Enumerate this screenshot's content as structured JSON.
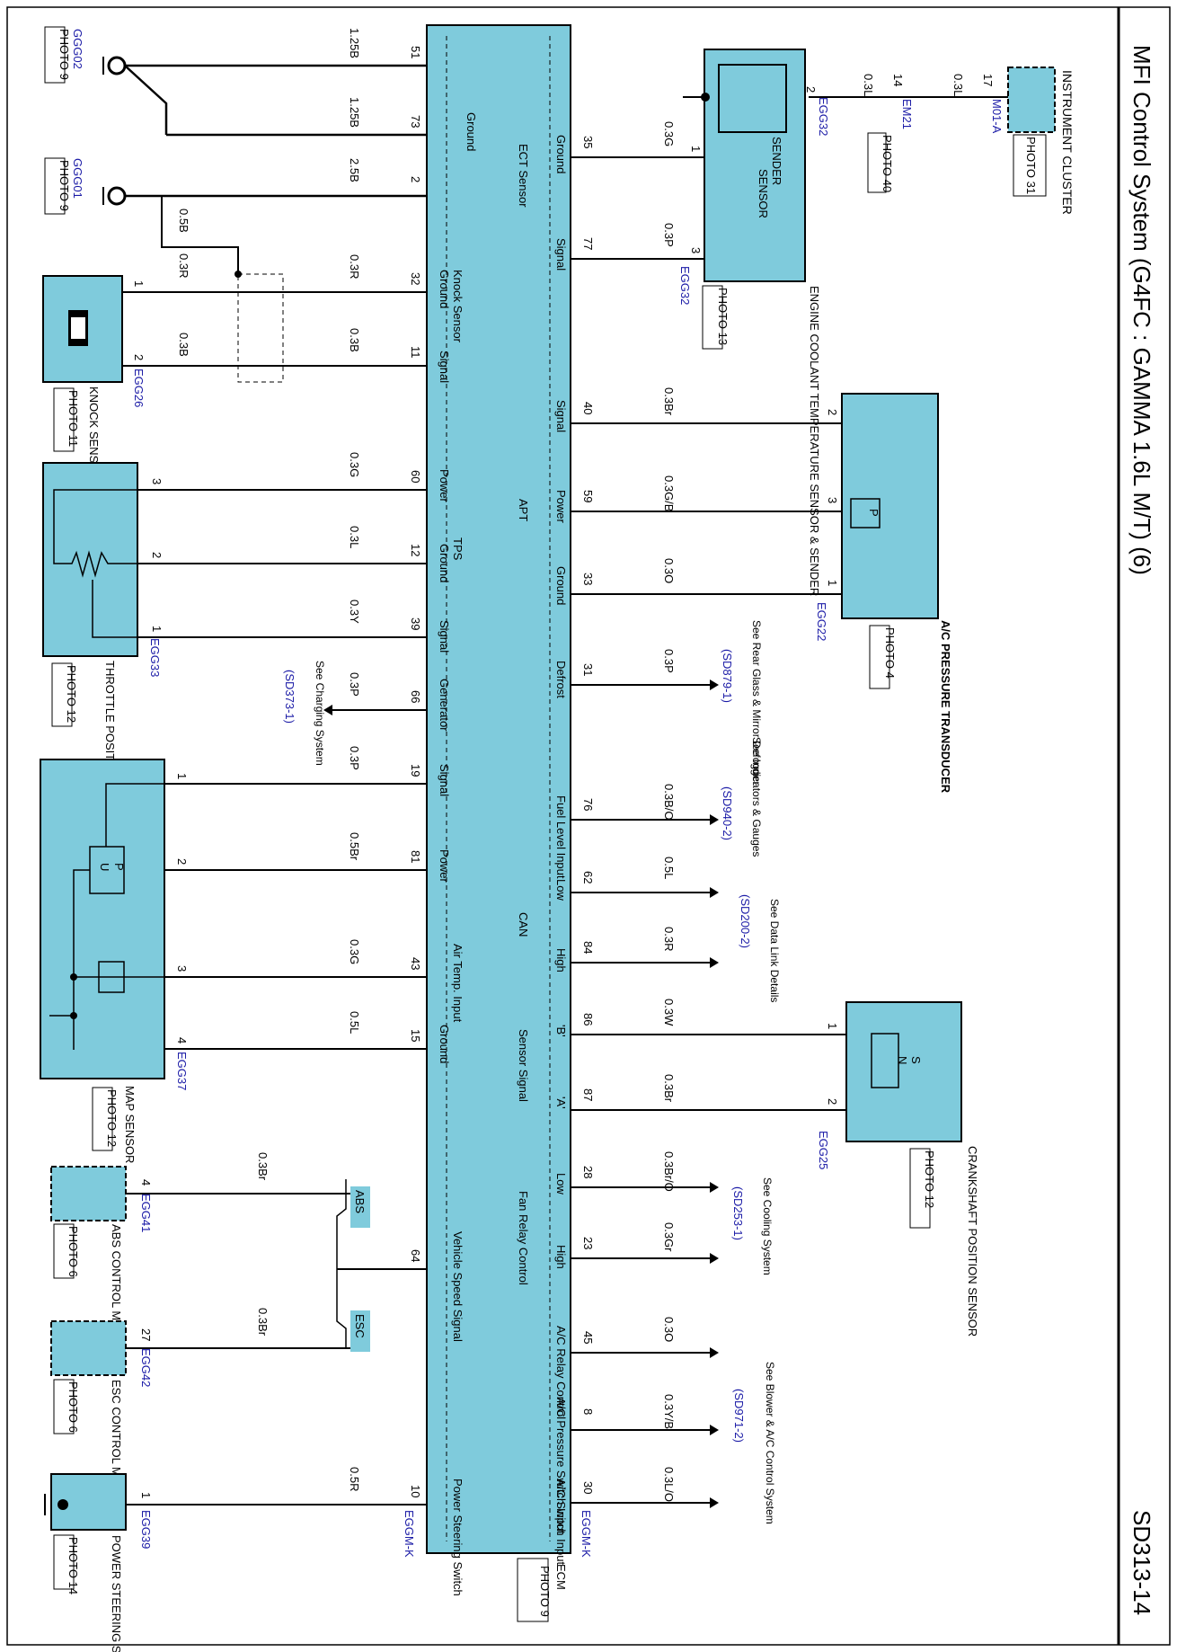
{
  "page": {
    "title": "MFI Control System (G4FC : GAMMA 1.6L M/T) (6)",
    "code": "SD313-14"
  },
  "colors": {
    "fill": "#7fcbdc",
    "connector": "#1a1aa6",
    "wire": "#000000"
  },
  "ecm": {
    "name": "ECM",
    "photo": "PHOTO 9",
    "connector_top": "EGGM-K",
    "connector_bottom": "EGGM-K"
  },
  "components": {
    "instrument_cluster": {
      "name": "INSTRUMENT CLUSTER",
      "photo": "PHOTO 31",
      "connector": "M01-A",
      "pin": "17"
    },
    "em21": {
      "connector": "EM21",
      "pin": "14",
      "photo": "PHOTO 40"
    },
    "ect_sensor": {
      "name": "ENGINE COOLANT TEMPERATURE SENSOR & SENDER",
      "photo": "PHOTO 13",
      "connector": "EGG32",
      "label_sender": "SENDER",
      "label_sensor": "SENSOR"
    },
    "ap_transducer": {
      "name": "A/C PRESSURE TRANSDUCER",
      "photo": "PHOTO 4",
      "connector": "EGG22"
    },
    "crank_sensor": {
      "name": "CRANKSHAFT POSITION SENSOR",
      "photo": "PHOTO 12",
      "connector": "EGG25"
    },
    "ggg02": {
      "connector": "GGG02",
      "photo": "PHOTO 9"
    },
    "ggg01": {
      "connector": "GGG01",
      "photo": "PHOTO 9"
    },
    "knock_sensor": {
      "name": "KNOCK SENSOR",
      "photo": "PHOTO 11",
      "connector": "EGG26"
    },
    "tps": {
      "name": "THROTTLE POSITION SENSOR",
      "photo": "PHOTO 12",
      "connector": "EGG33"
    },
    "map_sensor": {
      "name": "MAP SENSOR",
      "photo": "PHOTO 12",
      "connector": "EGG37"
    },
    "abs_module": {
      "name": "ABS CONTROL MODULE",
      "photo": "PHOTO 6",
      "connector": "EGG41",
      "pin": "4",
      "tag": "ABS"
    },
    "esc_module": {
      "name": "ESC CONTROL MODULE",
      "photo": "PHOTO 6",
      "connector": "EGG42",
      "pin": "27",
      "tag": "ESC"
    },
    "ps_switch": {
      "name": "POWER STEERING SWITCH",
      "photo": "PHOTO 14",
      "connector": "EGG39",
      "pin": "1"
    }
  },
  "references": {
    "defogger": {
      "text": "See Rear Glass & Mirror Defogger",
      "code": "(SD879-1)"
    },
    "indicators": {
      "text": "See Indicators & Gauges",
      "code": "(SD940-2)"
    },
    "data_link": {
      "text": "See Data Link Details",
      "code": "(SD200-2)"
    },
    "cooling": {
      "text": "See Cooling System",
      "code": "(SD253-1)"
    },
    "blower": {
      "text": "See Blower & A/C Control System",
      "code": "(SD971-2)"
    },
    "charging": {
      "text": "See Charging System",
      "code": "(SD373-1)"
    }
  },
  "ecm_labels": {
    "ground": "Ground",
    "ect_sensor": "ECT Sensor",
    "ect_ground": "Ground",
    "ect_signal": "Signal",
    "knock_sensor": "Knock Sensor",
    "knock_ground": "Ground",
    "knock_signal": "Signal",
    "apt": "APT",
    "apt_signal": "Signal",
    "apt_power": "Power",
    "apt_ground": "Ground",
    "tps": "TPS",
    "tps_power": "Power",
    "tps_ground": "Ground",
    "tps_signal": "Signal",
    "defrost": "Defrost",
    "generator": "Generator",
    "fuel_level": "Fuel Level Input",
    "map_signal": "Signal",
    "map_power": "Power",
    "can": "CAN",
    "can_low": "Low",
    "can_high": "High",
    "air_temp": "Air Temp. Input",
    "map_ground": "Ground",
    "sensor_signal": "Sensor Signal",
    "ss_b": "'B'",
    "ss_a": "'A'",
    "fan_relay": "Fan Relay Control",
    "fan_low": "Low",
    "fan_high": "High",
    "vss": "Vehicle Speed Signal",
    "ac_relay": "A/C Relay Control",
    "ac_pressure": "A/C Pressure Switch Input",
    "ac_switch": "A/C Switch Input",
    "power_steering": "Power Steering Switch"
  },
  "wires_right": [
    {
      "pin": "35",
      "color": "0.3G",
      "pos": 175
    },
    {
      "pin": "77",
      "color": "0.3P",
      "pos": 288
    },
    {
      "pin": "40",
      "color": "0.3Br",
      "pos": 471
    },
    {
      "pin": "59",
      "color": "0.3G/B",
      "pos": 569
    },
    {
      "pin": "33",
      "color": "0.3O",
      "pos": 661
    },
    {
      "pin": "31",
      "color": "0.3P",
      "pos": 762
    },
    {
      "pin": "76",
      "color": "0.3B/O",
      "pos": 912
    },
    {
      "pin": "62",
      "color": "0.5L",
      "pos": 993
    },
    {
      "pin": "84",
      "color": "0.3R",
      "pos": 1071
    },
    {
      "pin": "86",
      "color": "0.3W",
      "pos": 1151
    },
    {
      "pin": "87",
      "color": "0.3Br",
      "pos": 1235
    },
    {
      "pin": "28",
      "color": "0.3Br/O",
      "pos": 1321
    },
    {
      "pin": "23",
      "color": "0.3Gr",
      "pos": 1400
    },
    {
      "pin": "45",
      "color": "0.3O",
      "pos": 1505
    },
    {
      "pin": "8",
      "color": "0.3Y/B",
      "pos": 1591
    },
    {
      "pin": "30",
      "color": "0.3L/O",
      "pos": 1672
    }
  ],
  "wires_left": [
    {
      "pin": "51",
      "color": "1.25B",
      "pos": 73
    },
    {
      "pin": "73",
      "color": "1.25B",
      "pos": 150
    },
    {
      "pin": "2",
      "color": "2.5B",
      "pos": 218
    },
    {
      "pin": "32",
      "color": "0.3R",
      "pos": 325
    },
    {
      "pin": "11",
      "color": "0.3B",
      "pos": 407
    },
    {
      "pin": "60",
      "color": "0.3G",
      "pos": 545
    },
    {
      "pin": "12",
      "color": "0.3L",
      "pos": 627
    },
    {
      "pin": "39",
      "color": "0.3Y",
      "pos": 709
    },
    {
      "pin": "66",
      "color": "0.3P",
      "pos": 790
    },
    {
      "pin": "19",
      "color": "0.3P",
      "pos": 872
    },
    {
      "pin": "81",
      "color": "0.5Br",
      "pos": 968
    },
    {
      "pin": "43",
      "color": "0.3G",
      "pos": 1087
    },
    {
      "pin": "15",
      "color": "0.5L",
      "pos": 1167
    },
    {
      "pin": "64",
      "color": "",
      "pos": 1412
    },
    {
      "pin": "10",
      "color": "0.5R",
      "pos": 1674
    }
  ],
  "misc": {
    "ggg01_wire": "0.5B",
    "knock_wire_r": "0.3R",
    "knock_wire_b": "0.3B",
    "abs_wire": "0.3Br",
    "esc_wire": "0.3Br",
    "em21_wire": "0.3L",
    "cluster_wire": "0.3L",
    "ect_pin_2": "2",
    "ect_pin_1": "1",
    "ect_pin_3": "3",
    "knock_pin_1": "1",
    "knock_pin_2": "2",
    "apt_pin_2": "2",
    "apt_pin_3": "3",
    "apt_pin_1": "1",
    "tps_pin_3": "3",
    "tps_pin_2": "2",
    "tps_pin_1": "1",
    "map_pin_1": "1",
    "map_pin_2": "2",
    "map_pin_3": "3",
    "map_pin_4": "4",
    "crank_pin_1": "1",
    "crank_pin_2": "2",
    "sensor_p": "P",
    "sensor_u": "U",
    "crank_s": "S",
    "crank_n": "N",
    "knock_a": "",
    "knock_b": ""
  }
}
